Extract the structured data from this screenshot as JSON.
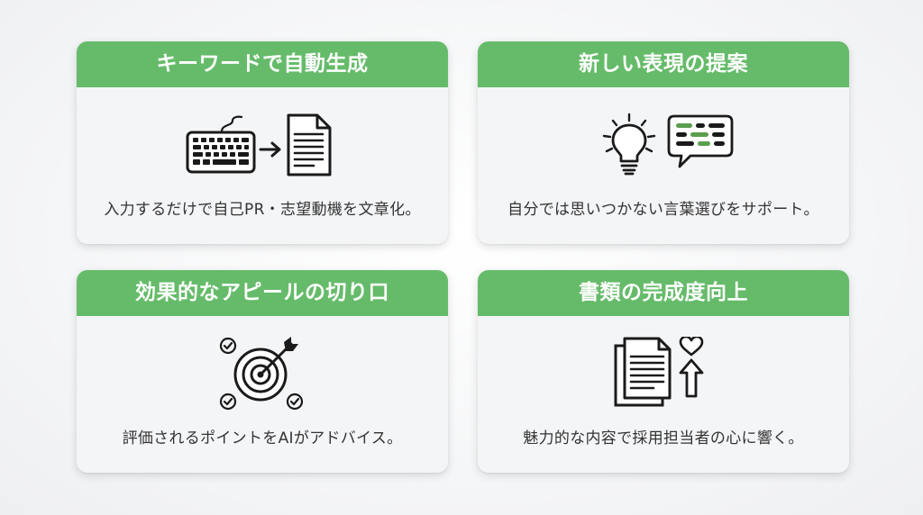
{
  "colors": {
    "header_green": "#66bb6a",
    "accent_green": "#5a9e4e",
    "card_bg": "#f4f5f7",
    "text": "#333333"
  },
  "cards": [
    {
      "title": "キーワードで自動生成",
      "description": "入力するだけで自己PR・志望動機を文章化。",
      "icons": [
        "keyboard-icon",
        "arrow-right-icon",
        "document-icon"
      ]
    },
    {
      "title": "新しい表現の提案",
      "description": "自分では思いつかない言葉選びをサポート。",
      "icons": [
        "lightbulb-icon",
        "chat-bubble-icon"
      ]
    },
    {
      "title": "効果的なアピールの切り口",
      "description": "評価されるポイントをAIがアドバイス。",
      "icons": [
        "target-icon",
        "checkmark-icon"
      ]
    },
    {
      "title": "書類の完成度向上",
      "description": "魅力的な内容で採用担当者の心に響く。",
      "icons": [
        "documents-icon",
        "heart-icon",
        "arrow-up-icon"
      ]
    }
  ]
}
